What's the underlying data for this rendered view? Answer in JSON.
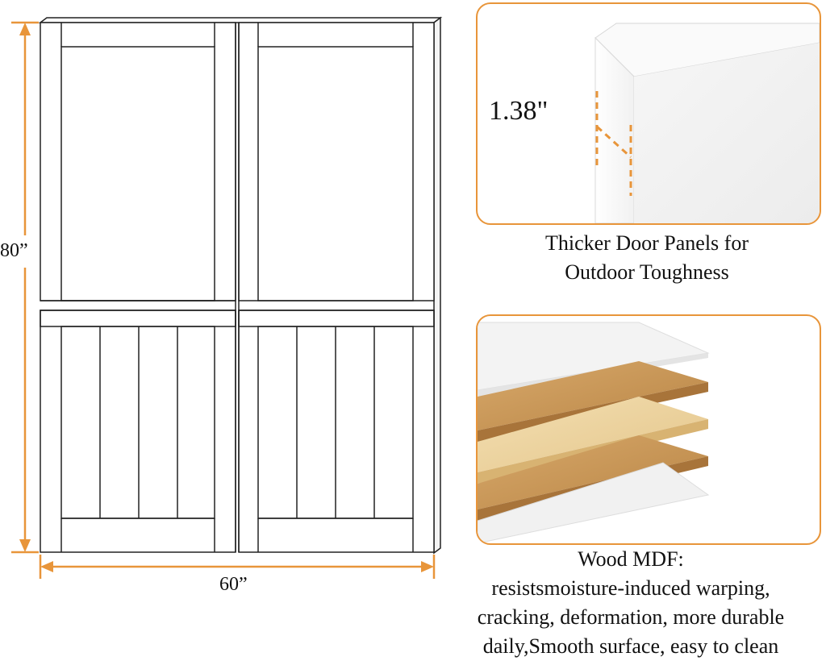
{
  "dimensions": {
    "height": "80”",
    "width": "60”"
  },
  "thickness_callout": {
    "value": "1.38\"",
    "caption_line1": "Thicker Door Panels for",
    "caption_line2": "Outdoor Toughness"
  },
  "material_callout": {
    "caption_line1": "Wood MDF:",
    "caption_line2": "resistsmoisture-induced warping,",
    "caption_line3": "cracking, deformation, more durable",
    "caption_line4": "daily,Smooth surface, easy to clean"
  },
  "colors": {
    "accent": "#e8953a",
    "line": "#222222",
    "panel_white": "#ffffff",
    "mdf_brown": "#c8924f",
    "mdf_light": "#ecd3a0"
  },
  "icons": [
    "door-diagram",
    "dimension-arrow-vertical",
    "dimension-arrow-horizontal",
    "thickness-dashed-marker",
    "mdf-layer-stack"
  ]
}
